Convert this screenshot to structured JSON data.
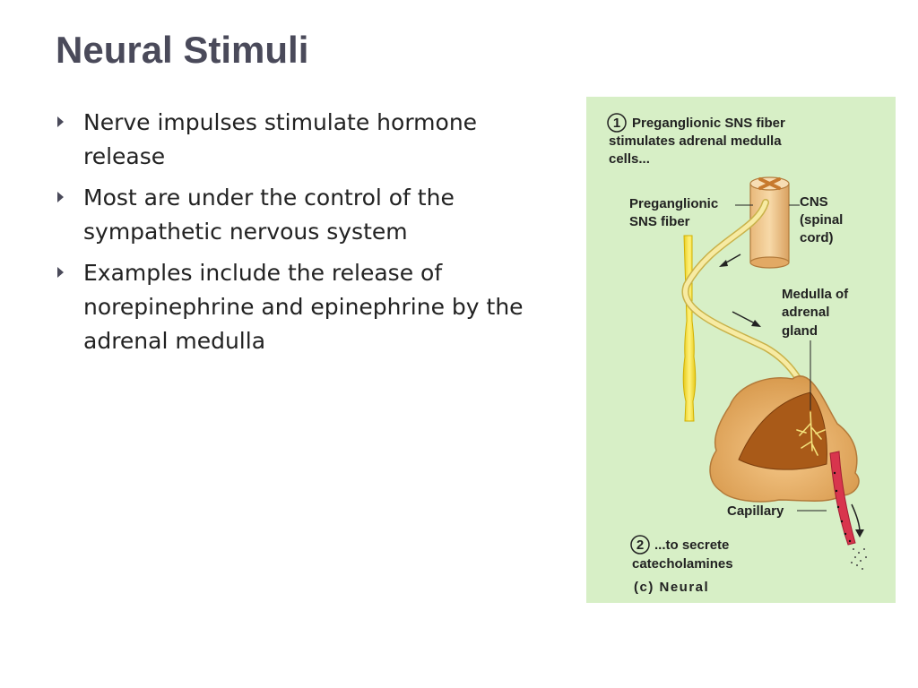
{
  "slide": {
    "title": "Neural Stimuli",
    "bullets": [
      "Nerve impulses stimulate hormone release",
      "Most are under the control of the sympathetic nervous system",
      "Examples include the release of norepinephrine and epinephrine by the adrenal medulla"
    ]
  },
  "figure": {
    "step1_number": "1",
    "step1_line1": "Preganglionic SNS fiber",
    "step1_line2": "stimulates adrenal medulla",
    "step1_line3": "cells...",
    "label_preganglionic_line1": "Preganglionic",
    "label_preganglionic_line2": "SNS fiber",
    "label_cns_line1": "CNS",
    "label_cns_line2": "(spinal",
    "label_cns_line3": "cord)",
    "label_medulla_line1": "Medulla of",
    "label_medulla_line2": "adrenal",
    "label_medulla_line3": "gland",
    "label_capillary": "Capillary",
    "step2_number": "2",
    "step2_line1": "...to secrete",
    "step2_line2": "catecholamines",
    "caption": "(c) Neural",
    "colors": {
      "panel_bg": "#d7efc6",
      "nerve_yellow": "#f3e33a",
      "fiber": "#f6e79a",
      "gland_outer": "#e9b56a",
      "gland_medulla": "#b5641c",
      "capillary": "#d8354d"
    }
  }
}
